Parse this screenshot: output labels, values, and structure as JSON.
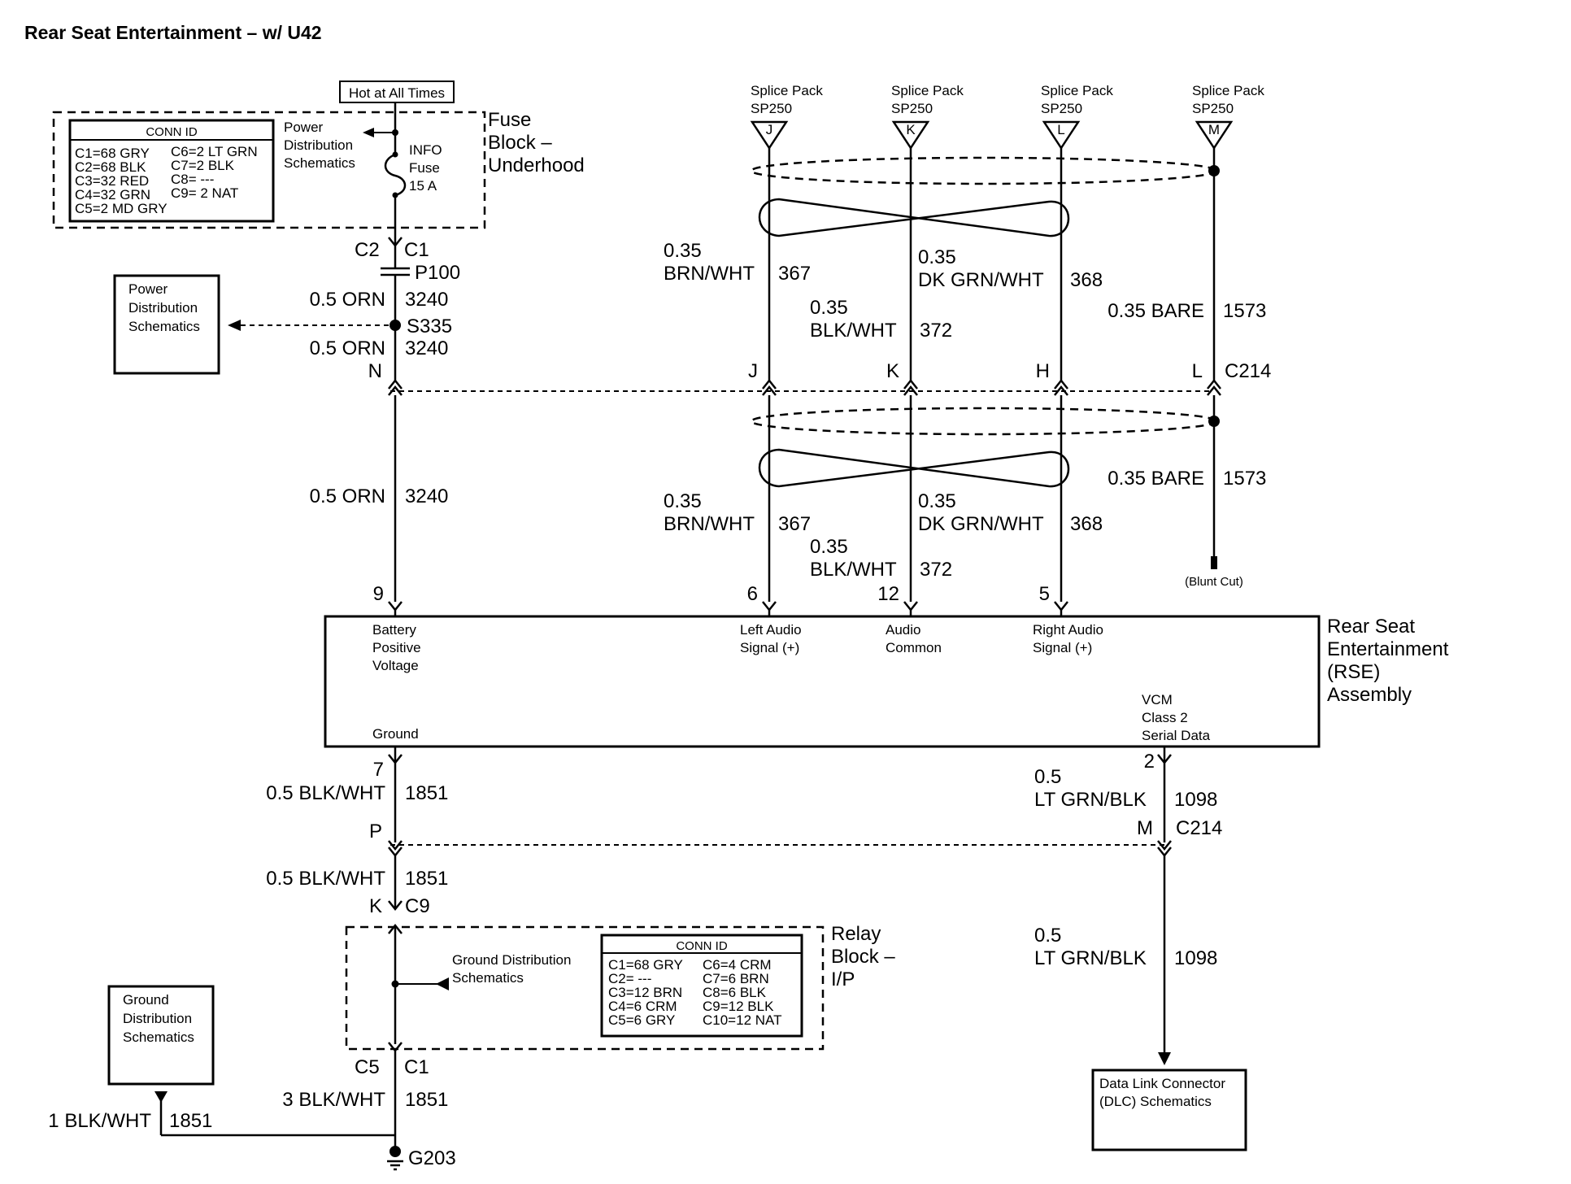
{
  "title": "Rear Seat Entertainment – w/ U42",
  "hot_at_all_times": "Hot at All Times",
  "fuse_block": {
    "label_lines": [
      "Fuse",
      "Block –",
      "Underhood"
    ],
    "conn_id": {
      "header": "CONN ID",
      "left": [
        "C1=68 GRY",
        "C2=68 BLK",
        "C3=32 RED",
        "C4=32 GRN",
        "C5=2 MD GRY"
      ],
      "right": [
        "C6=2 LT GRN",
        "C7=2 BLK",
        "C8= ---",
        "C9= 2 NAT"
      ]
    },
    "power_dist_lines": [
      "Power",
      "Distribution",
      "Schematics"
    ],
    "fuse_lines": [
      "INFO",
      "Fuse",
      "15 A"
    ]
  },
  "c2": "C2",
  "c1_top": "C1",
  "p100": "P100",
  "power_dist_box_lines": [
    "Power",
    "Distribution",
    "Schematics"
  ],
  "orn_wire": "0.5 ORN",
  "circuit_3240": "3240",
  "s335": "S335",
  "pin_n": "N",
  "pin_9": "9",
  "splice_packs": [
    {
      "name": "Splice Pack",
      "id": "SP250",
      "letter": "J"
    },
    {
      "name": "Splice Pack",
      "id": "SP250",
      "letter": "K"
    },
    {
      "name": "Splice Pack",
      "id": "SP250",
      "letter": "L"
    },
    {
      "name": "Splice Pack",
      "id": "SP250",
      "letter": "M"
    }
  ],
  "audio_wires": {
    "left": {
      "gauge": "0.35",
      "color": "BRN/WHT",
      "circuit": "367"
    },
    "common": {
      "gauge": "0.35",
      "color": "BLK/WHT",
      "circuit": "372"
    },
    "right": {
      "gauge": "0.35",
      "color": "DK GRN/WHT",
      "circuit": "368"
    },
    "drain": {
      "color": "0.35 BARE",
      "circuit": "1573"
    }
  },
  "c214_pins_top": [
    "J",
    "K",
    "H",
    "L"
  ],
  "c214": "C214",
  "rse_pins": [
    "6",
    "12",
    "5"
  ],
  "blunt_cut": "(Blunt Cut)",
  "rse": {
    "label_lines": [
      "Rear Seat",
      "Entertainment",
      "(RSE)",
      "Assembly"
    ],
    "battery_lines": [
      "Battery",
      "Positive",
      "Voltage"
    ],
    "left_audio_lines": [
      "Left Audio",
      "Signal (+)"
    ],
    "audio_common_lines": [
      "Audio",
      "Common"
    ],
    "right_audio_lines": [
      "Right Audio",
      "Signal (+)"
    ],
    "ground": "Ground",
    "vcm_lines": [
      "VCM",
      "Class 2",
      "Serial Data"
    ]
  },
  "pin_7": "7",
  "pin_2": "2",
  "blk_wht_05": "0.5 BLK/WHT",
  "circuit_1851": "1851",
  "pin_p": "P",
  "pin_m": "M",
  "ltgrn_gauge": "0.5",
  "ltgrn_color": "LT GRN/BLK",
  "circuit_1098": "1098",
  "pin_k": "K",
  "c9": "C9",
  "relay_block": {
    "label_lines": [
      "Relay",
      "Block –",
      "I/P"
    ],
    "ground_dist_lines": [
      "Ground Distribution",
      "Schematics"
    ],
    "conn_id": {
      "header": "CONN ID",
      "left": [
        "C1=68 GRY",
        "C2= ---",
        "C3=12 BRN",
        "C4=6 CRM",
        "C5=6 GRY"
      ],
      "right": [
        "C6=4 CRM",
        "C7=6 BRN",
        "C8=6 BLK",
        "C9=12 BLK",
        "C10=12 NAT"
      ]
    }
  },
  "c5": "C5",
  "c1_bottom": "C1",
  "blk_wht_3": "3 BLK/WHT",
  "ground_dist_box_lines": [
    "Ground",
    "Distribution",
    "Schematics"
  ],
  "blk_wht_1": "1 BLK/WHT",
  "g203": "G203",
  "dlc_lines": [
    "Data Link Connector",
    "(DLC) Schematics"
  ]
}
